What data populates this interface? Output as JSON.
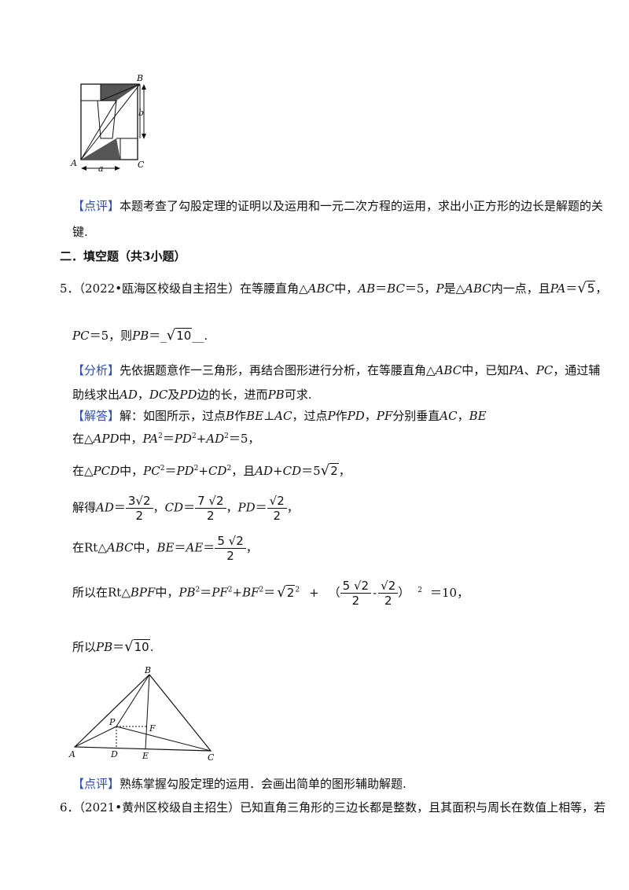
{
  "fig1": {
    "label_B": "B",
    "label_b": "b",
    "label_A": "A",
    "label_a": "a",
    "label_C": "C"
  },
  "review1": {
    "tag": "【点评】",
    "text": "本题考查了勾股定理的证明以及运用和一元二次方程的运用，求出小正方形的边长是解题的关",
    "text_cont": "键."
  },
  "section_heading": "二．填空题（共3小题）",
  "q5": {
    "number": "5．",
    "source": "（2022•瓯海区校级自主招生）",
    "stem_a": "在等腰直角△",
    "abc": "ABC",
    "stem_b": "中，",
    "ab": "AB",
    "eq1": "＝",
    "bc": "BC",
    "stem_c": "＝5，",
    "p": "P",
    "stem_d": "是△",
    "stem_e": "内一点，且",
    "pa": "PA",
    "eq2": "＝",
    "sqrt5": "5",
    "pc": "PC",
    "stem_f": "＝5，则",
    "pb": "PB",
    "stem_g": "＝",
    "blank_l": "_",
    "sqrt10": "10",
    "blank_r": "__."
  },
  "analysis": {
    "tag": "【分析】",
    "l1a": "先依据题意作一三角形，再结合图形进行分析，在等腰直角△",
    "l1b": "ABC",
    "l1c": "中，已知",
    "l1d": "PA",
    "l1e": "、",
    "l1f": "PC",
    "l1g": "，通过辅",
    "l2a": "助线求出",
    "l2b": "AD",
    "l2c": "，",
    "l2d": "DC",
    "l2e": "及",
    "l2f": "PD",
    "l2g": "边的长，进而",
    "l2h": "PB",
    "l2i": "可求."
  },
  "answer": {
    "tag": "【解答】",
    "l1a": "解：如图所示，过点",
    "l1b": "B",
    "l1c": "作",
    "l1d": "BE",
    "l1e": "⊥",
    "l1f": "AC",
    "l1g": "，过点",
    "l1h": "P",
    "l1i": "作",
    "l1j": "PD",
    "l1k": "，",
    "l1l": "PF",
    "l1m": "分别垂直",
    "l1n": "AC",
    "l1o": "，",
    "l1p": "BE",
    "l2a": "在△",
    "l2b": "APD",
    "l2c": "中，",
    "l2d": "PA",
    "l2e": "＝",
    "l2f": "PD",
    "l2g": "+",
    "l2h": "AD",
    "l2i": "＝5，",
    "sq2": "2",
    "l3a": "在△",
    "l3b": "PCD",
    "l3c": "中，",
    "l3d": "PC",
    "l3e": "＝",
    "l3f": "PD",
    "l3g": "+",
    "l3h": "CD",
    "l3i": "，且",
    "l3j": "AD",
    "l3k": "+",
    "l3l": "CD",
    "l3m": "＝5",
    "l3n": "2",
    "l4a": "解得",
    "l4b": "AD",
    "l4c": "＝",
    "f1n_coef": "3",
    "f1n_rad": "2",
    "f1d": "2",
    "l4d": "，",
    "l4e": "CD",
    "l4f": "＝",
    "f2n_coef": "7",
    "f2n_rad": "2",
    "f2d": "2",
    "l4g": "，",
    "l4h": "PD",
    "l4i": "＝",
    "f3n_rad": "2",
    "f3d": "2",
    "l4j": "，",
    "l5a": "在Rt△",
    "l5b": "ABC",
    "l5c": "中，",
    "l5d": "BE",
    "l5e": "＝",
    "l5f": "AE",
    "l5g": "＝",
    "f4n_coef": "5",
    "f4n_rad": "2",
    "f4d": "2",
    "l5h": "，",
    "l6a": "所以在Rt△",
    "l6b": "BPF",
    "l6c": "中，",
    "l6d": "PB",
    "l6e": "＝",
    "l6f": "PF",
    "l6g": "+",
    "l6h": "BF",
    "l6i": "＝",
    "l6_rad": "2",
    "l6_exp1": "2",
    "l6_plus": "+",
    "l6_lp": "（",
    "f5n_coef": "5",
    "f5n_rad": "2",
    "f5d": "2",
    "l6_minus": "-",
    "f6n_rad": "2",
    "f6d": "2",
    "l6_rp": "）",
    "l6_exp2": "2",
    "l6_res": "＝10，",
    "l7a": "所以",
    "l7b": "PB",
    "l7c": "＝",
    "l7_rad": "10",
    "l7d": "."
  },
  "fig2": {
    "label_B": "B",
    "label_P": "P",
    "label_F": "F",
    "label_A": "A",
    "label_D": "D",
    "label_E": "E",
    "label_C": "C"
  },
  "review2": {
    "tag": "【点评】",
    "text": "熟练掌握勾股定理的运用．会画出简单的图形辅助解题."
  },
  "q6": {
    "number": "6．",
    "source": "（2021•黄州区校级自主招生）",
    "text": "已知直角三角形的三边长都是整数，且其面积与周长在数值上相等，若"
  }
}
